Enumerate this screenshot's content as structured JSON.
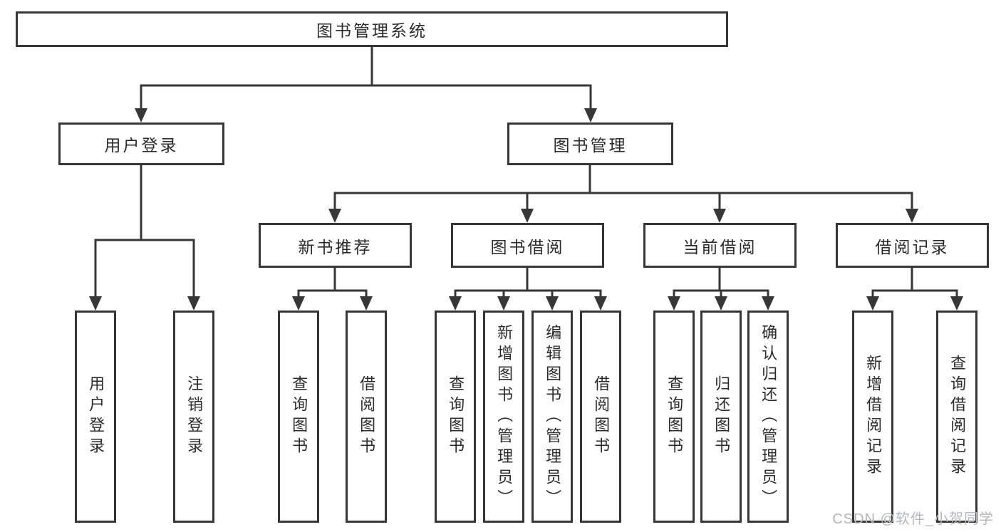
{
  "colors": {
    "background": "#ffffff",
    "line": "#373737",
    "box_border": "#363636",
    "text": "#2b2b2b",
    "watermark": "#b4b7bb"
  },
  "tree": {
    "root": {
      "label": "图书管理系统",
      "children": [
        {
          "label": "用户登录",
          "children": [
            {
              "label": "用户登录"
            },
            {
              "label": "注销登录"
            }
          ]
        },
        {
          "label": "图书管理",
          "children": [
            {
              "label": "新书推荐",
              "children": [
                {
                  "label": "查询图书"
                },
                {
                  "label": "借阅图书"
                }
              ]
            },
            {
              "label": "图书借阅",
              "children": [
                {
                  "label": "查询图书"
                },
                {
                  "label": "新增图书（管理员）"
                },
                {
                  "label": "编辑图书（管理员）"
                },
                {
                  "label": "借阅图书"
                }
              ]
            },
            {
              "label": "当前借阅",
              "children": [
                {
                  "label": "查询图书"
                },
                {
                  "label": "归还图书"
                },
                {
                  "label": "确认归还（管理员）"
                }
              ]
            },
            {
              "label": "借阅记录",
              "children": [
                {
                  "label": "新增借阅记录"
                },
                {
                  "label": "查询借阅记录"
                }
              ]
            }
          ]
        }
      ]
    }
  },
  "watermark": {
    "text": "CSDN @软件_小贺同学"
  }
}
